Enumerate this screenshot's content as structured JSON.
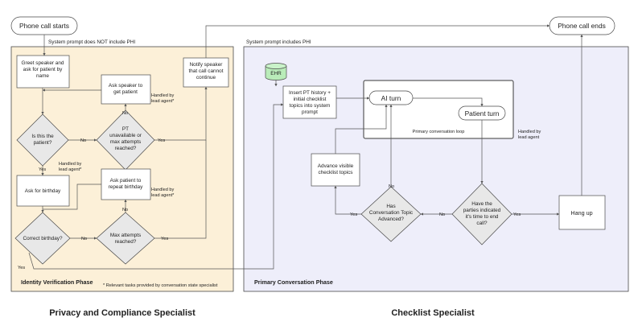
{
  "nodes": {
    "phone_start": "Phone call starts",
    "phone_end": "Phone call ends",
    "greet": [
      "Greet speaker and",
      "ask for patient by",
      "name"
    ],
    "ask_get_patient": [
      "Ask speaker to",
      "get patient"
    ],
    "notify": [
      "Notify speaker",
      "that call cannot",
      "continue"
    ],
    "is_patient": [
      "Is this the",
      "patient?"
    ],
    "pt_unavail": [
      "PT",
      "unavailable or",
      "max attempts",
      "reached?"
    ],
    "ask_birthday": "Ask for birthday",
    "ask_repeat": [
      "Ask patient to",
      "repeat birthday"
    ],
    "correct_bday": "Correct birthday?",
    "max_attempts": [
      "Max attempts",
      "reached?"
    ],
    "ehr": "EHR",
    "insert": [
      "Insert PT history +",
      "initial checklist",
      "topics into system",
      "prompt"
    ],
    "ai_turn": "AI turn",
    "patient_turn": "Patient turn",
    "loop_label": "Primary conversation loop",
    "advance": [
      "Advance visible",
      "checklist topics"
    ],
    "has_topic": [
      "Has",
      "Conversation Topic",
      "Advanced?"
    ],
    "parties": [
      "Have the",
      "parties indicated",
      "it's time to end",
      "call?"
    ],
    "hang_up": "Hang up"
  },
  "labels": {
    "no_phi": "System prompt does NOT include PHI",
    "phi": "System prompt includes PHI",
    "handled1": [
      "Handled by",
      "lead agent*"
    ],
    "handled2": [
      "Handled by",
      "lead agent*"
    ],
    "handled3": [
      "Handled by",
      "lead agent*"
    ],
    "handled4": [
      "Handled by",
      "lead agent"
    ],
    "yes": "Yes",
    "no": "No"
  },
  "phases": {
    "identity": "Identity Verification Phase",
    "footnote": "* Relevant tasks provided by conversation state specialist",
    "primary": "Primary Conversation Phase"
  },
  "specialists": {
    "privacy": "Privacy and Compliance Specialist",
    "checklist": "Checklist Specialist"
  },
  "colors": {
    "identity_bg": "#fcf0d8",
    "primary_bg": "#eeeefa",
    "ehr": "#b9ecb9"
  }
}
